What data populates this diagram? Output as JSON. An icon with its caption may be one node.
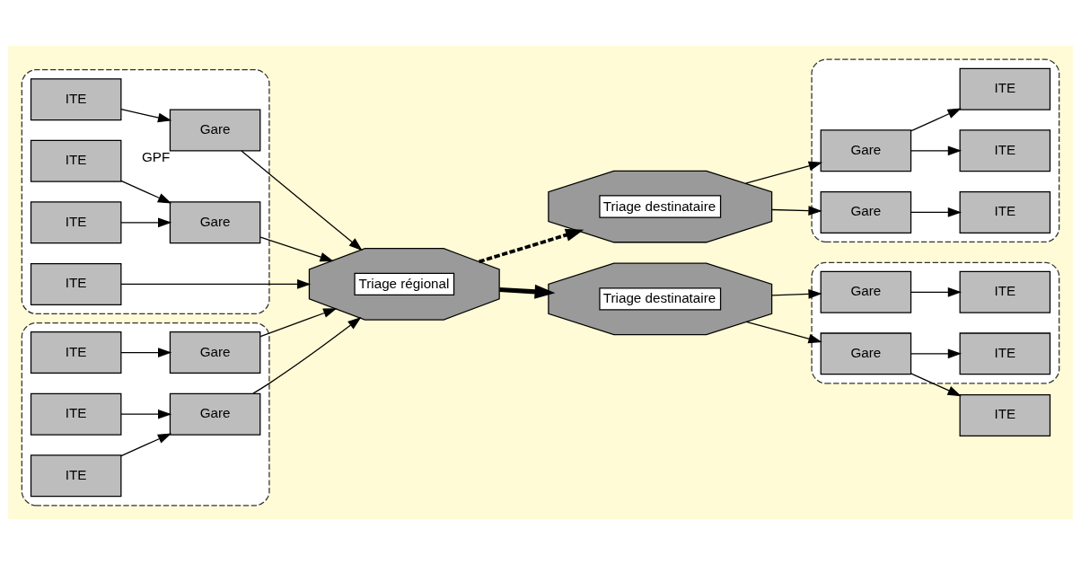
{
  "diagram": {
    "nodes": [
      {
        "text": [],
        "shape": "box"
      },
      {
        "text": [
          "ITE"
        ],
        "in": 0
      },
      {
        "text": [
          "ITE"
        ],
        "in": 0
      },
      {
        "text": [
          "Gare"
        ],
        "in": 0,
        "beside": [
          "GPF"
        ]
      },
      {
        "text": [
          "ITE"
        ],
        "in": 0
      },
      {
        "text": [
          "Gare"
        ],
        "in": 0
      },
      {
        "text": [
          "ITE"
        ],
        "in": 0
      },
      {
        "text": [
          "Triage régional"
        ]
      },
      {
        "text": [],
        "shape": "box"
      },
      {
        "text": [
          "ITE"
        ],
        "in": 8
      },
      {
        "text": [
          "Gare"
        ],
        "in": 8
      },
      {
        "text": [
          "ITE"
        ],
        "in": 8
      },
      {
        "text": [
          "Gare"
        ],
        "in": 8
      },
      {
        "text": [
          "ITE"
        ],
        "in": 8
      },
      {
        "text": [
          "Triage destinataire"
        ]
      },
      {
        "text": [],
        "shape": "box"
      },
      {
        "text": [
          "Gare"
        ],
        "in": 15
      },
      {
        "text": [
          "Gare"
        ],
        "in": 15
      },
      {
        "text": [
          "ITE"
        ],
        "in": 15
      },
      {
        "text": [
          "ITE"
        ],
        "in": 15
      },
      {
        "text": [
          "ITE"
        ],
        "in": 15
      },
      {
        "text": [
          "Triage destinataire"
        ]
      },
      {
        "text": [],
        "shape": "box"
      },
      {
        "text": [
          "Gare"
        ],
        "in": 22
      },
      {
        "text": [
          "ITE"
        ],
        "in": 22
      },
      {
        "text": [
          "ITE"
        ]
      },
      {
        "text": [
          "Gare"
        ],
        "in": 22
      },
      {
        "text": [
          "ITE"
        ],
        "in": 22
      }
    ],
    "edges": [
      {
        "from": 1,
        "to": 3,
        "arrow": "to"
      },
      {
        "from": 2,
        "to": 7,
        "arrow": "to"
      },
      {
        "from": 3,
        "to": 7,
        "arrow": "to"
      },
      {
        "from": 4,
        "to": 5,
        "arrow": "to"
      },
      {
        "from": 6,
        "to": 5,
        "arrow": "to"
      },
      {
        "from": 5,
        "to": 7,
        "arrow": "to"
      },
      {
        "from": 9,
        "to": 10,
        "arrow": "to"
      },
      {
        "from": 11,
        "to": 12,
        "arrow": "to"
      },
      {
        "from": 13,
        "to": 12,
        "arrow": "to"
      },
      {
        "from": 10,
        "to": 7,
        "arrow": "to"
      },
      {
        "from": 12,
        "to": 7,
        "arrow": "to"
      },
      {
        "from": 7,
        "to": 14,
        "arrow": "to",
        "style": "dashed"
      },
      {
        "from": 7,
        "to": 21,
        "arrow": "to",
        "style": "thick"
      },
      {
        "from": 14,
        "to": 16,
        "arrow": "to"
      },
      {
        "from": 14,
        "to": 17,
        "arrow": "to"
      },
      {
        "from": 16,
        "to": 18,
        "arrow": "to"
      },
      {
        "from": 16,
        "to": 19,
        "arrow": "to"
      },
      {
        "from": 17,
        "to": 20,
        "arrow": "to"
      },
      {
        "from": 21,
        "to": 23,
        "arrow": "to"
      },
      {
        "from": 21,
        "to": 26,
        "arrow": "to"
      },
      {
        "from": 23,
        "to": 24,
        "arrow": "to"
      },
      {
        "from": 26,
        "to": 25,
        "arrow": "to"
      },
      {
        "from": 26,
        "to": 27,
        "arrow": "to"
      }
    ]
  }
}
